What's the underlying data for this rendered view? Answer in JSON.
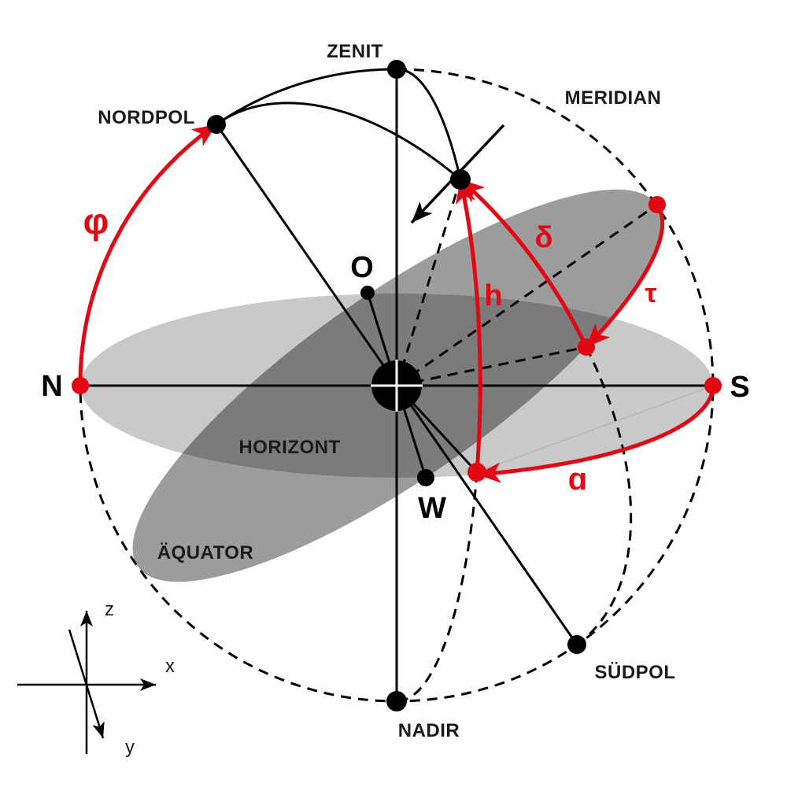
{
  "diagram": {
    "type": "celestial-sphere-coordinate-diagram",
    "labels": {
      "zenit": "ZENIT",
      "meridian": "MERIDIAN",
      "nordpol": "NORDPOL",
      "suedpol": "SÜDPOL",
      "nadir": "NADIR",
      "horizont": "HORIZONT",
      "aequator": "ÄQUATOR",
      "north": "N",
      "south": "S",
      "east": "O",
      "west": "W"
    },
    "angle_labels": {
      "latitude_phi": "φ",
      "altitude_h": "h",
      "declination_delta": "δ",
      "hour_angle_tau": "τ",
      "azimuth_a": "ɑ"
    },
    "axis_labels": {
      "x": "x",
      "y": "y",
      "z": "z"
    },
    "colors": {
      "accent_red": "#e30613",
      "horizon_fill": "#c9c9c9",
      "equator_fill": "#9c9c9c",
      "overlap_fill": "#7b7b7b",
      "line_black": "#000000"
    }
  }
}
